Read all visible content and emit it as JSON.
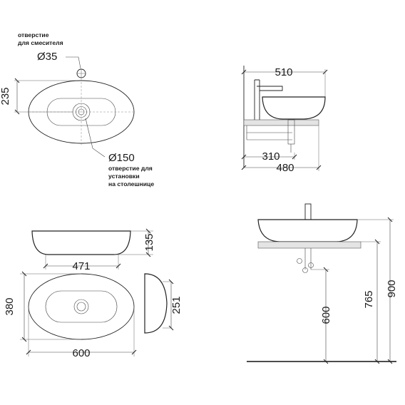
{
  "top_view_small": {
    "mixer_hole_note": [
      "отверстие",
      "для смесителя"
    ],
    "mixer_hole_dim": "Ø35",
    "depth_dim": "235",
    "drain_dim": "Ø150",
    "drain_note": [
      "отверстие для",
      "установки",
      "на столешнице"
    ]
  },
  "side_view_top": {
    "overall_width": "510",
    "inner_dim": "310",
    "base_dim": "480"
  },
  "front_view": {
    "bottom_width": "471",
    "height": "135"
  },
  "top_view_large": {
    "depth": "380",
    "width": "600"
  },
  "end_view": {
    "inner_depth": "251"
  },
  "install_view": {
    "drain_height": "600",
    "counter_height": "765",
    "top_height": "900"
  },
  "colors": {
    "line": "#222222",
    "slab": "#e4e4e4",
    "background": "#ffffff"
  }
}
